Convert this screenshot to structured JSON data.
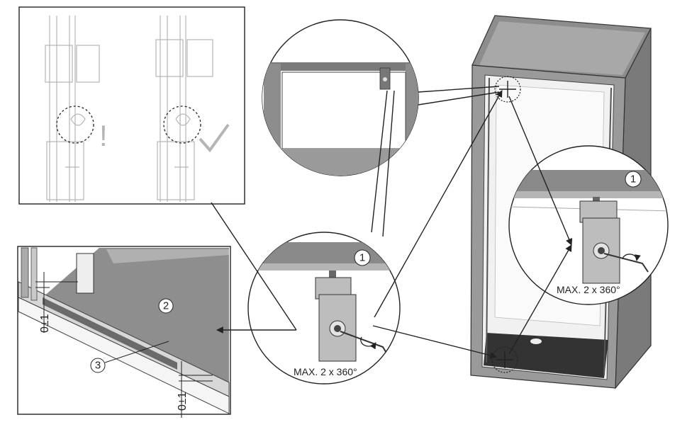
{
  "labels": {
    "max_rotation_right": "MAX. 2 x 360°",
    "max_rotation_center": "MAX. 2 x 360°",
    "callout_1": "1",
    "callout_2": "2",
    "callout_3": "3",
    "tolerance_top": "0±1",
    "tolerance_bottom": "0±1",
    "warning_mark": "!",
    "ok_mark": "✓"
  },
  "colors": {
    "line": "#222222",
    "metal_dark": "#6e6e6e",
    "metal_mid": "#9a9a9a",
    "metal_light": "#c8c8c8",
    "panel_fill": "#f2f2f2",
    "faded": "#bdbdbd"
  },
  "icons": {
    "rotation": "rotation-arrow-icon",
    "hex_key": "hex-key-icon",
    "warning": "exclamation-icon",
    "ok": "checkmark-icon"
  }
}
